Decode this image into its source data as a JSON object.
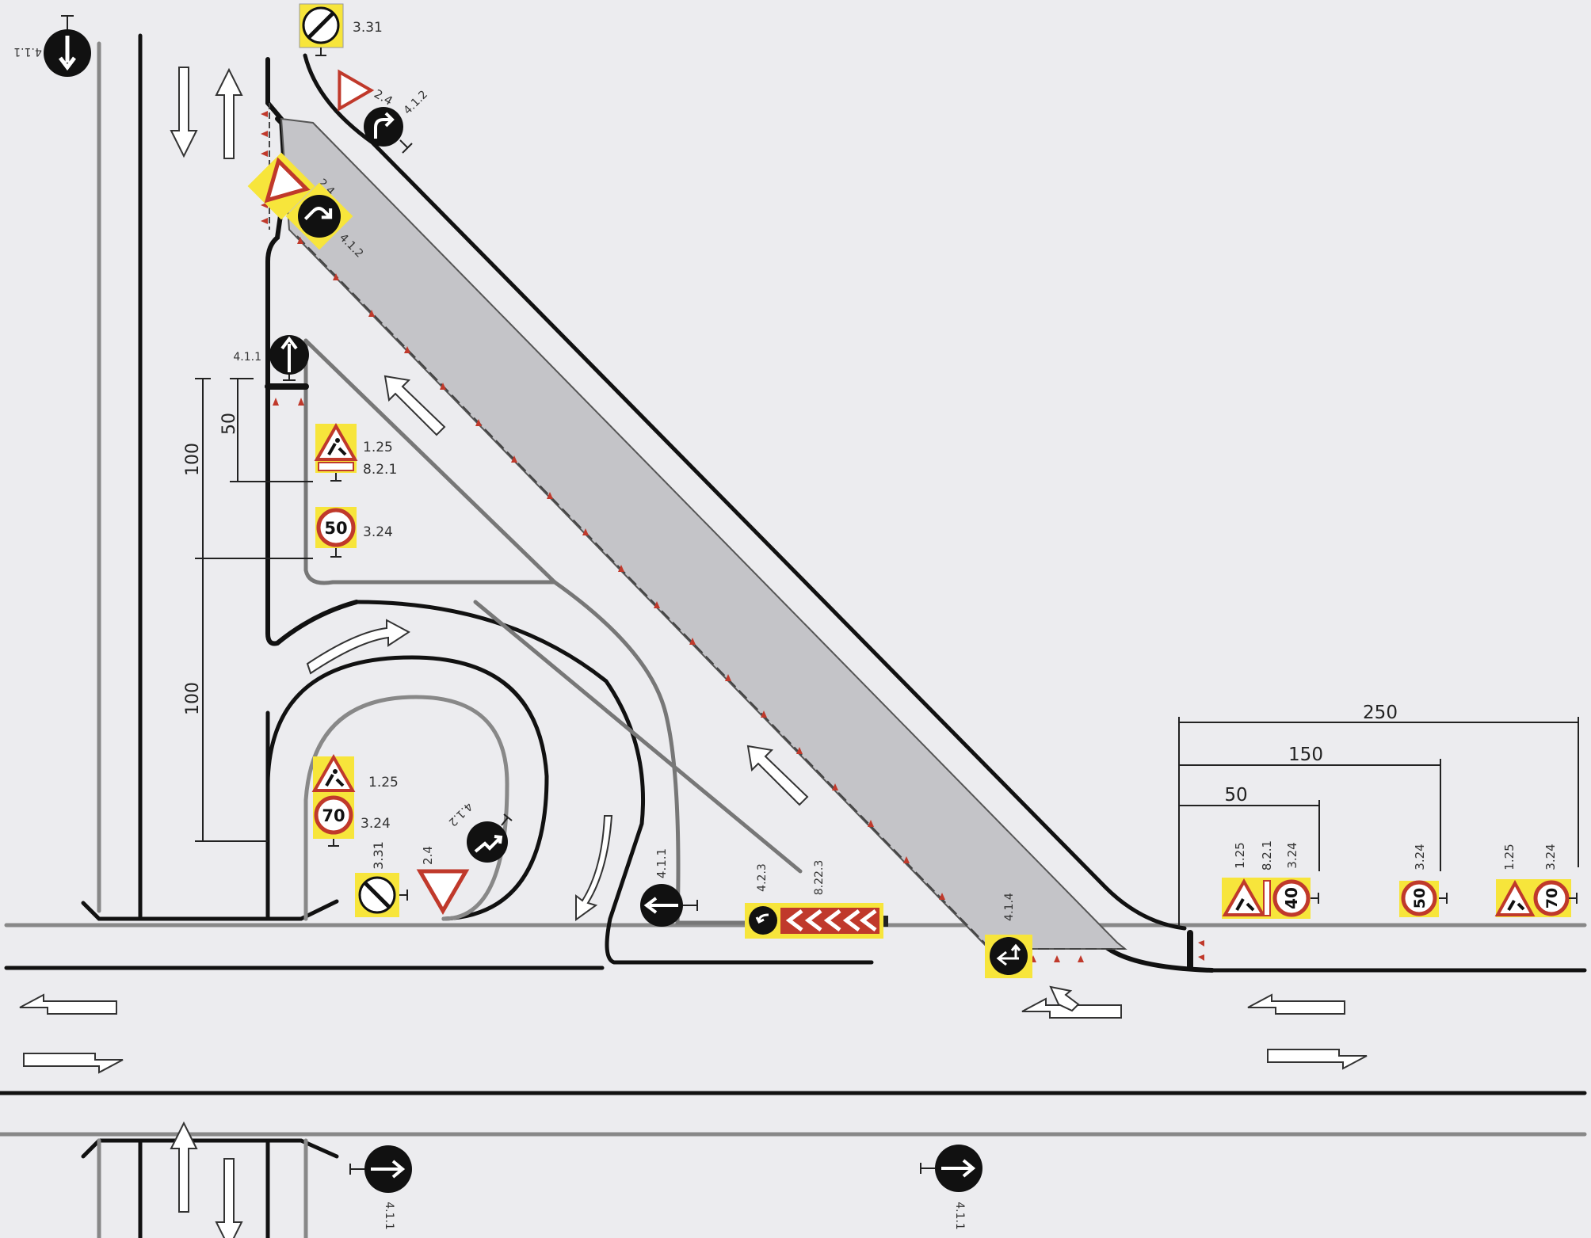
{
  "signs": {
    "no_restriction_top": "3.31",
    "yield_top": "2.4",
    "right_turn_top": "4.1.2",
    "ahead_only_topleft": "4.1.1",
    "yield_island": "2.4",
    "right_turn_island": "4.1.2",
    "ahead_only_mid": "4.1.1",
    "roadworks_mid": "1.25",
    "roadworks_plate_mid": "8.2.1",
    "speed50_mid_code": "3.24",
    "speed50_mid_value": "50",
    "roadworks_low": "1.25",
    "speed70_low_code": "3.24",
    "speed70_low_value": "70",
    "end_restriction_low": "3.31",
    "yield_low": "2.4",
    "right_turn_loop": "4.1.2",
    "ahead_only_loop": "4.1.1",
    "chevron_arrow": "4.2.3",
    "chevron_plate": "8.22.3",
    "turn_arrow_merge": "4.1.4",
    "right_group_roadworks": "1.25",
    "right_group_plate": "8.2.1",
    "right_group_speed40_code": "3.24",
    "right_group_speed40_value": "40",
    "right_speed50_code": "3.24",
    "right_speed50_value": "50",
    "far_roadworks": "1.25",
    "far_speed70_code": "3.24",
    "far_speed70_value": "70",
    "ahead_bottom_left": "4.1.1",
    "ahead_bottom_mid": "4.1.1"
  },
  "dimensions": {
    "v_50": "50",
    "v_100_upper": "100",
    "v_100_lower": "100",
    "h_250": "250",
    "h_150": "150",
    "h_50": "50"
  }
}
